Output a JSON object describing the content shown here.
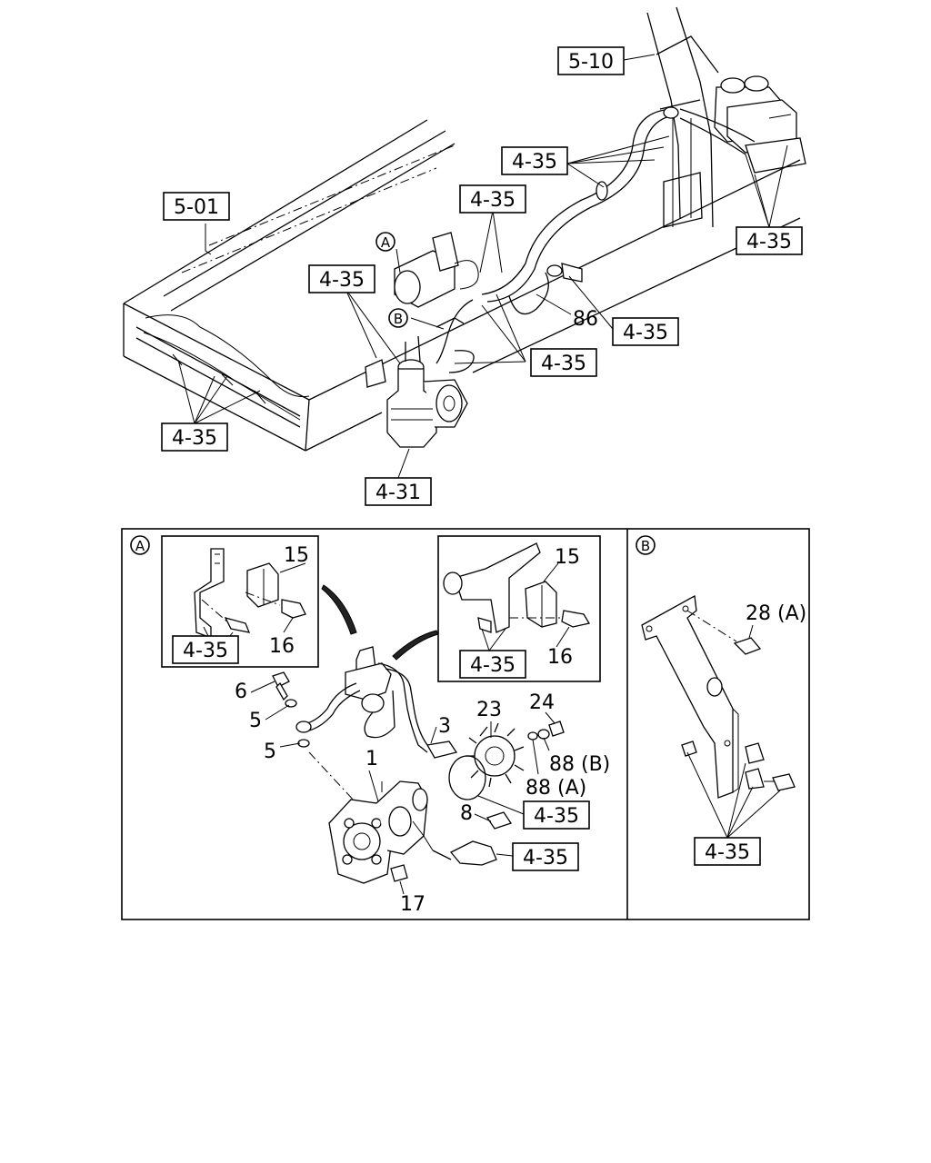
{
  "title": "",
  "refs": {
    "frame_front": "5-01",
    "cab": "5-10",
    "pipe_generic": "4-35",
    "steering_gear": "4-31"
  },
  "callouts": {
    "circle_a": "A",
    "circle_b": "B",
    "hose": "86"
  },
  "detail_a": {
    "marker": "A",
    "inset_left": {
      "clamp": "15",
      "bolt": "16",
      "ref": "4-35"
    },
    "inset_right": {
      "clamp": "15",
      "bolt": "16",
      "ref": "4-35"
    },
    "parts": {
      "pump": "1",
      "pipe": "3",
      "washer_upper": "5",
      "washer_lower": "5",
      "eye_bolt": "6",
      "bolt": "8",
      "nut": "17",
      "gear": "23",
      "nut_24": "24",
      "washer_b": "88 (B)",
      "washer_a": "88 (A)",
      "ref_oring": "4-35",
      "ref_pipe": "4-35"
    }
  },
  "detail_b": {
    "marker": "B",
    "bolt": "28 (A)",
    "ref": "4-35"
  },
  "colors": {
    "line": "#000000",
    "background": "#ffffff"
  }
}
